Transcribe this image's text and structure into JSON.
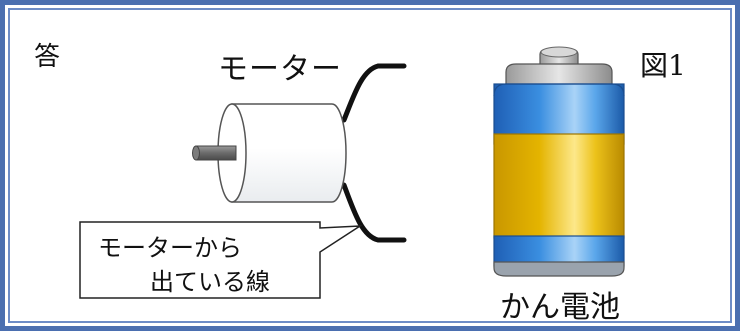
{
  "answer_label": "答",
  "figure_label": "図1",
  "motor_label": "モーター",
  "callout": {
    "line1": "モーターから",
    "line2": "出ている線"
  },
  "battery_label": "かん電池",
  "colors": {
    "frame_border": "#4b6fb0",
    "battery_blue": "#3a8ee0",
    "battery_yellow": "#e4b400",
    "wire": "#111111"
  }
}
